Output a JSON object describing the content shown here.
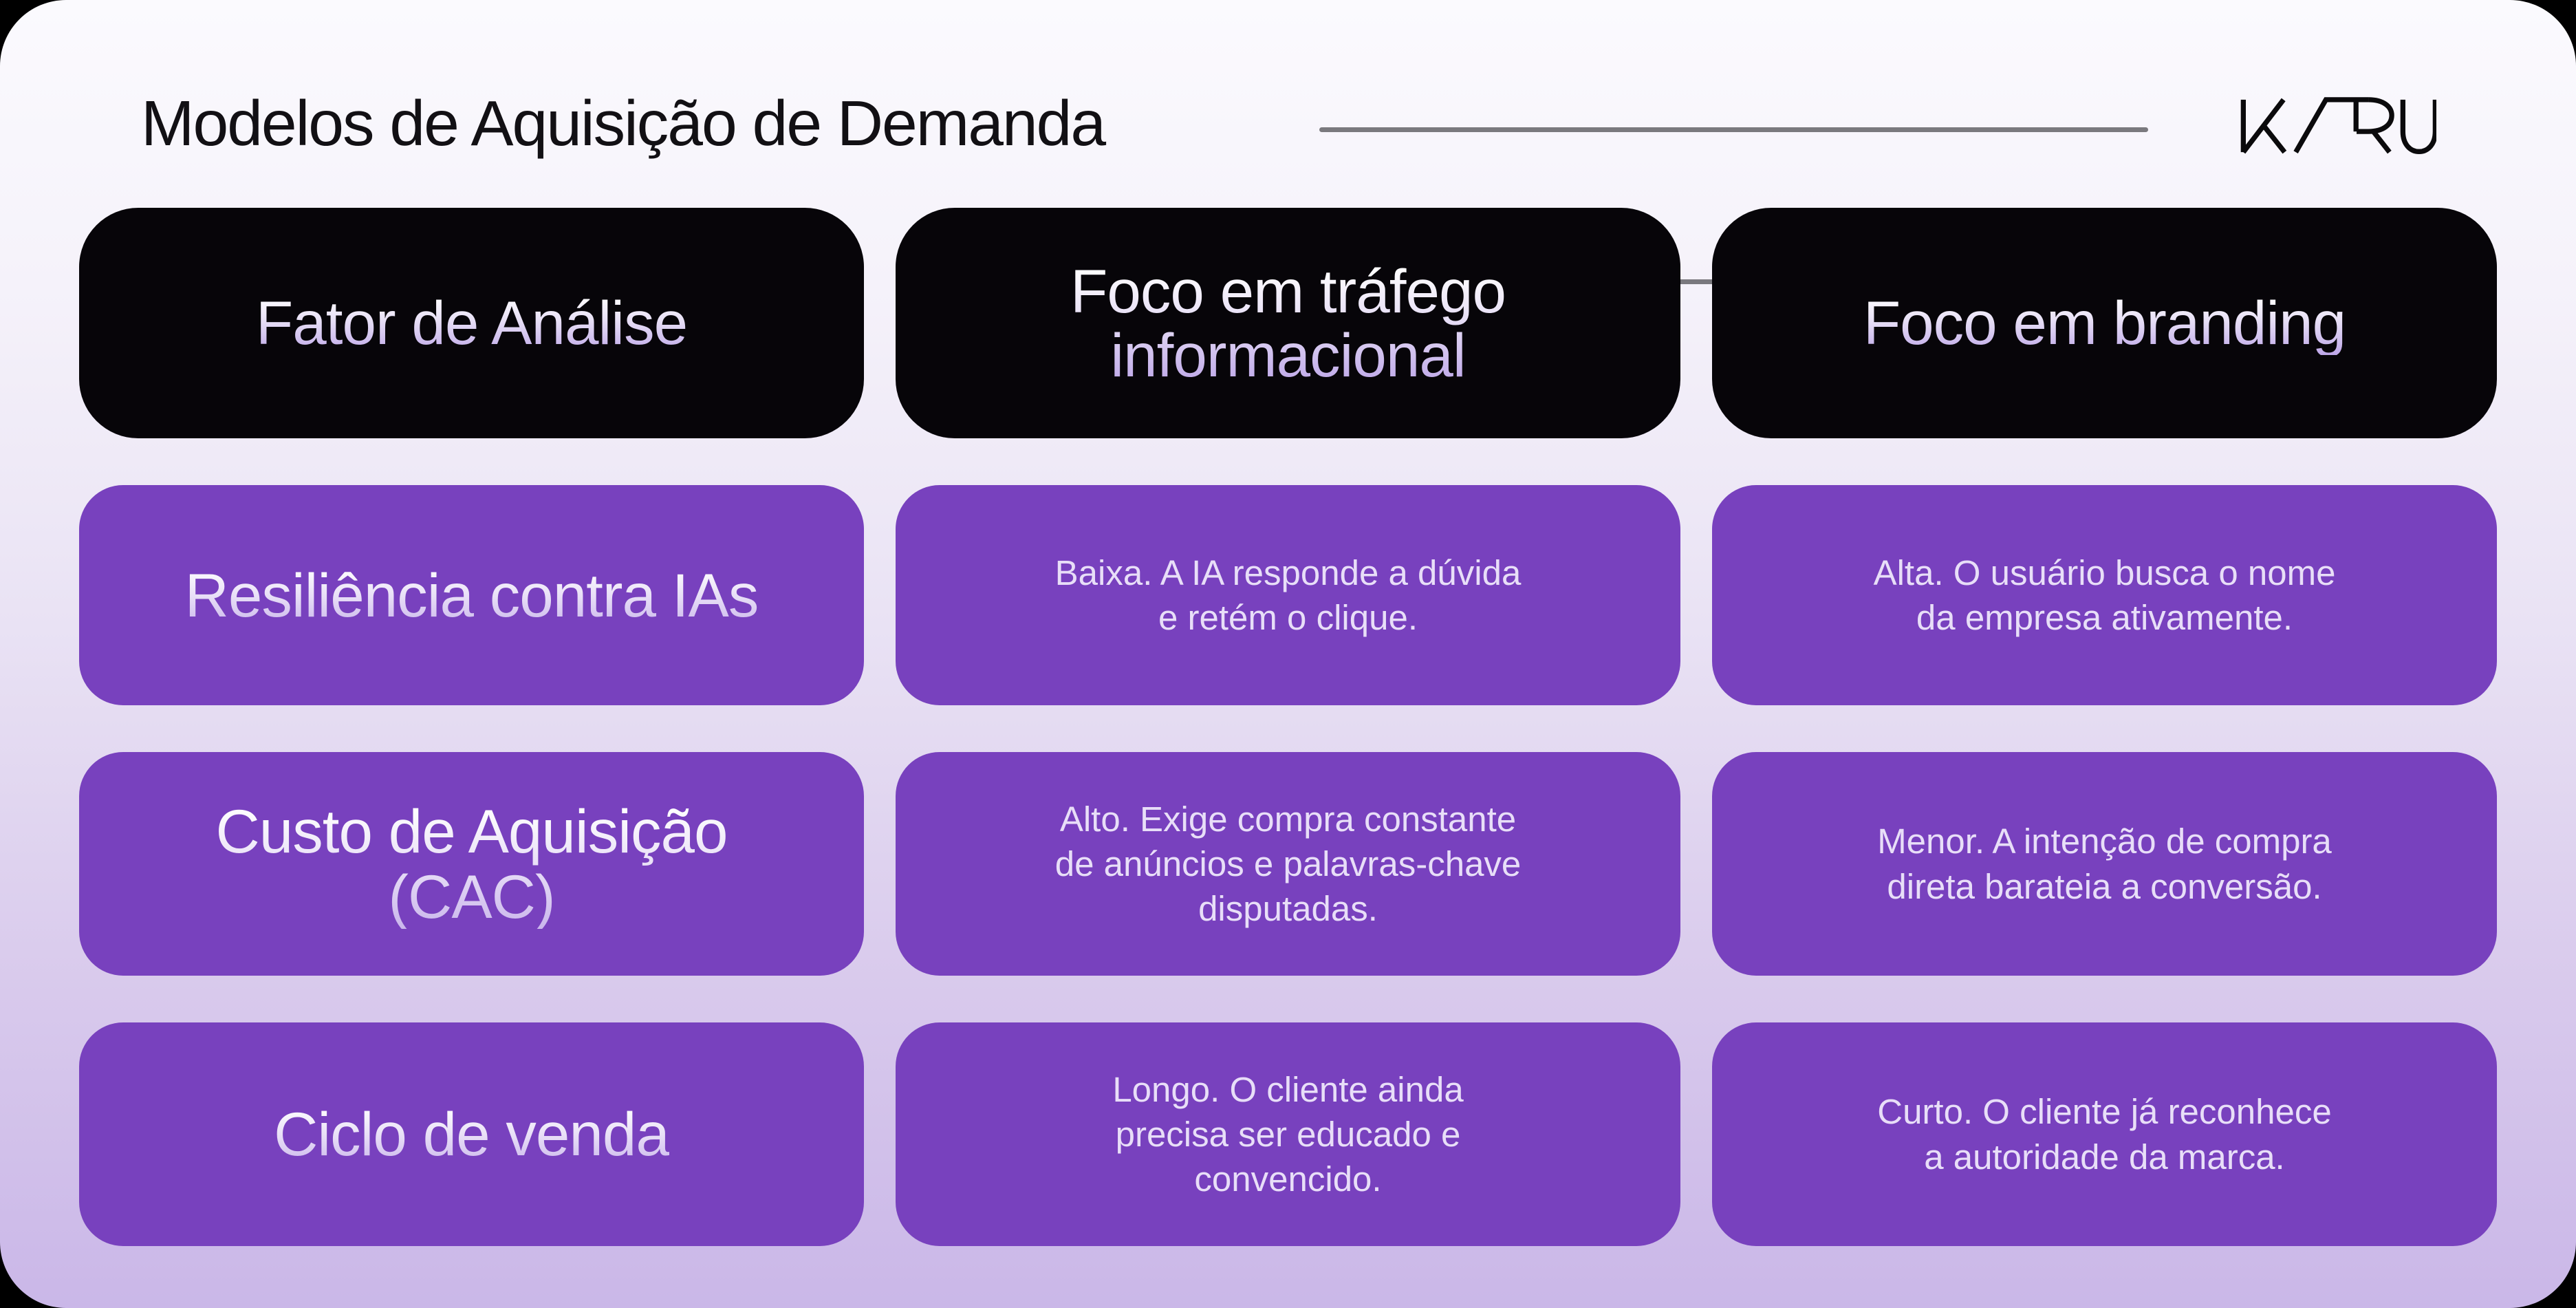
{
  "page": {
    "title": "Modelos de Aquisição de Demanda",
    "brand": "KARU"
  },
  "colors": {
    "accent_purple": "#7841be",
    "pill_black": "#070509",
    "line_gray": "#7a797e",
    "card_bg_top": "#fbfafe",
    "card_bg_bottom": "#cab7e8",
    "cell_text": "#e8def8",
    "header_text_gradient_top": "#ffffff",
    "header_text_gradient_bottom": "#bda6e8"
  },
  "grid": {
    "header": [
      {
        "lines": [
          "Fator de Análise"
        ]
      },
      {
        "lines": [
          "Foco em tráfego",
          "informacional"
        ]
      },
      {
        "lines": [
          "Foco em branding"
        ]
      }
    ],
    "rows": [
      [
        {
          "lines": [
            "Resiliência contra IAs"
          ]
        },
        {
          "lines": [
            "Baixa. A IA responde a dúvida",
            "e retém o clique."
          ]
        },
        {
          "lines": [
            "Alta. O usuário busca o nome",
            "da empresa ativamente."
          ]
        }
      ],
      [
        {
          "lines": [
            "Custo de Aquisição",
            "(CAC)"
          ]
        },
        {
          "lines": [
            "Alto. Exige compra constante",
            "de anúncios e palavras-chave",
            "disputadas."
          ]
        },
        {
          "lines": [
            "Menor. A intenção de compra",
            "direta barateia a conversão."
          ]
        }
      ],
      [
        {
          "lines": [
            "Ciclo de venda"
          ]
        },
        {
          "lines": [
            "Longo. O cliente ainda",
            "precisa ser educado e",
            "convencido."
          ]
        },
        {
          "lines": [
            "Curto. O cliente já reconhece",
            "a autoridade da marca."
          ]
        }
      ]
    ]
  }
}
